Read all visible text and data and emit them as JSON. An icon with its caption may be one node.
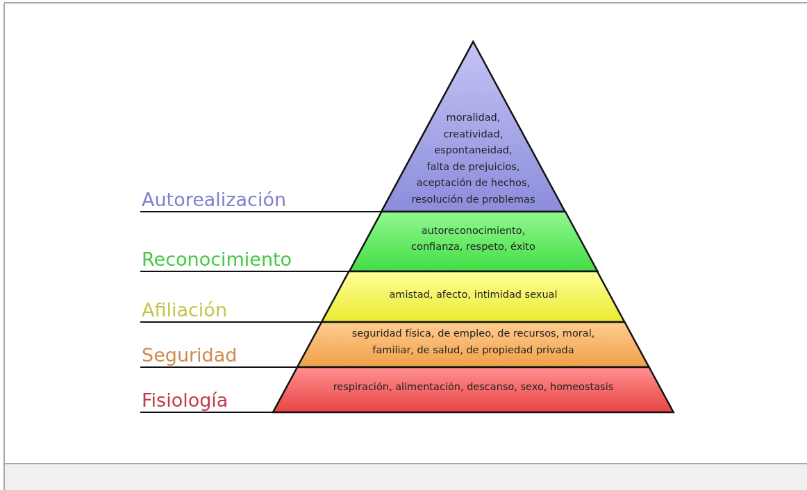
{
  "diagram": {
    "nodes": [
      {
        "text": [
          "moralidad, creatividad, espontaneidad, falta de prejuicios, aceptación de hechos, resolución de problemas"
        ]
      },
      {
        "text": [
          "autoreconocimiento, confianza, respeto, éxito"
        ]
      },
      {
        "text": [
          "amistad, afecto, intimidad sexual"
        ]
      },
      {
        "text": [
          "seguridad física, de empleo, de recursos, moral, familiar, de salud, de propiedad privada"
        ]
      },
      {
        "text": [
          "respiración, alimentación, descanso, sexo, homeostasis"
        ]
      }
    ],
    "labels": [
      "Autorealización",
      "Reconocimiento",
      "Afiliación",
      "Seguridad",
      "Fisiología"
    ]
  }
}
